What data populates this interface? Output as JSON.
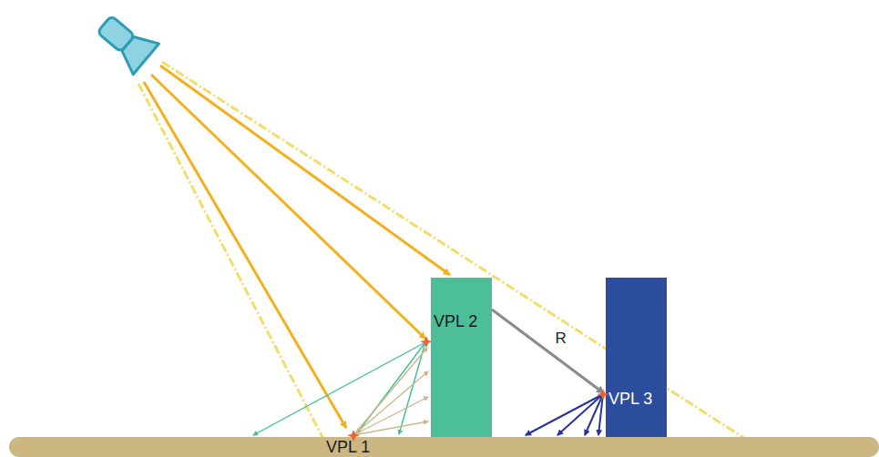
{
  "diagram": {
    "nodes": [
      {
        "text": [
          "VPL 2"
        ]
      },
      {
        "text": [
          "VPL 3"
        ]
      },
      {
        "text": [
          "VPL 1"
        ]
      }
    ],
    "edges": [
      {
        "from": 0,
        "to": 1,
        "label": "R",
        "arrow": "to"
      }
    ]
  }
}
